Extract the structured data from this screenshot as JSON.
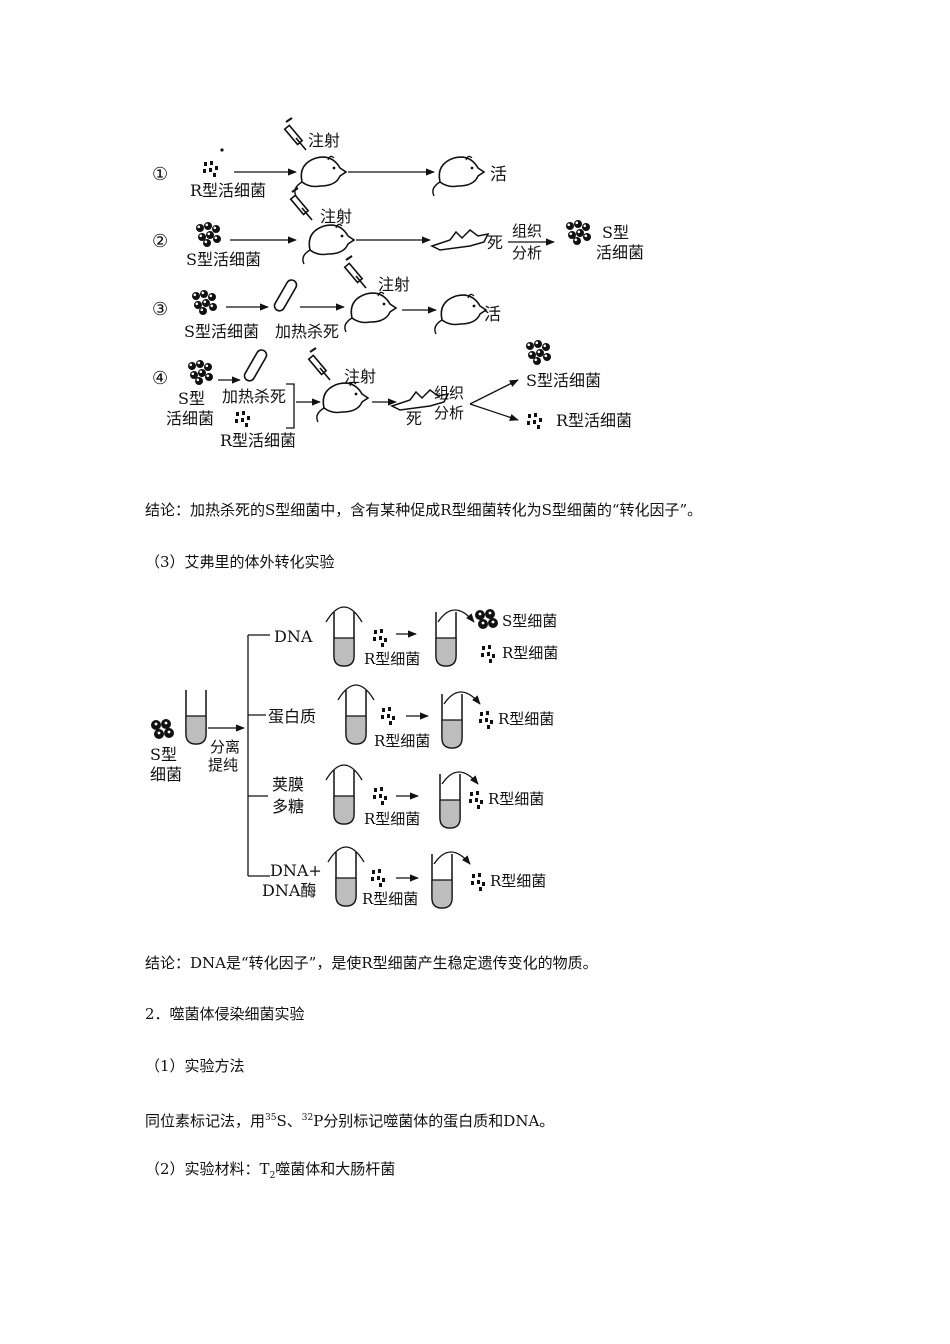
{
  "griffith": {
    "rows": [
      {
        "num": "①",
        "bacteria": "R型活细菌",
        "inject": "注射",
        "result": "活"
      },
      {
        "num": "②",
        "bacteria": "S型活细菌",
        "inject": "注射",
        "dead": "死",
        "analysis_1": "组织",
        "analysis_2": "分析",
        "out_1": "S型",
        "out_2": "活细菌"
      },
      {
        "num": "③",
        "bacteria": "S型活细菌",
        "heat": "加热杀死",
        "inject": "注射",
        "result": "活"
      },
      {
        "num": "④",
        "s_1": "S型",
        "s_2": "活细菌",
        "heat": "加热杀死",
        "r": "R型活细菌",
        "inject": "注射",
        "dead": "死",
        "analysis_1": "组织",
        "analysis_2": "分析",
        "out_s": "S型活细菌",
        "out_r": "R型活细菌"
      }
    ]
  },
  "conclusion1": "结论：加热杀死的S型细菌中，含有某种促成R型细菌转化为S型细菌的“转化因子”。",
  "heading_avery": "（3）艾弗里的体外转化实验",
  "avery": {
    "source_1": "S型",
    "source_2": "细菌",
    "sep_1": "分离",
    "sep_2": "提纯",
    "branches": [
      {
        "label_1": "DNA",
        "label_2": "",
        "added": "R型细菌",
        "result_s": "S型细菌",
        "result_r": "R型细菌"
      },
      {
        "label_1": "蛋白质",
        "label_2": "",
        "added": "R型细菌",
        "result_r": "R型细菌"
      },
      {
        "label_1": "荚膜",
        "label_2": "多糖",
        "added": "R型细菌",
        "result_r": "R型细菌"
      },
      {
        "label_1": "DNA+",
        "label_2": "DNA酶",
        "added": "R型细菌",
        "result_r": "R型细菌"
      }
    ]
  },
  "conclusion2": "结论：DNA是“转化因子”，是使R型细菌产生稳定遗传变化的物质。",
  "section2": "2．噬菌体侵染细菌实验",
  "method_heading": "（1）实验方法",
  "method": {
    "pre": "同位素标记法，用",
    "sup1": "35",
    "s_el": "S、",
    "sup2": "32",
    "post": "P分别标记噬菌体的蛋白质和DNA。"
  },
  "materials": {
    "pre": "（2）实验材料：T",
    "sub": "2",
    "post": "噬菌体和大肠杆菌"
  }
}
